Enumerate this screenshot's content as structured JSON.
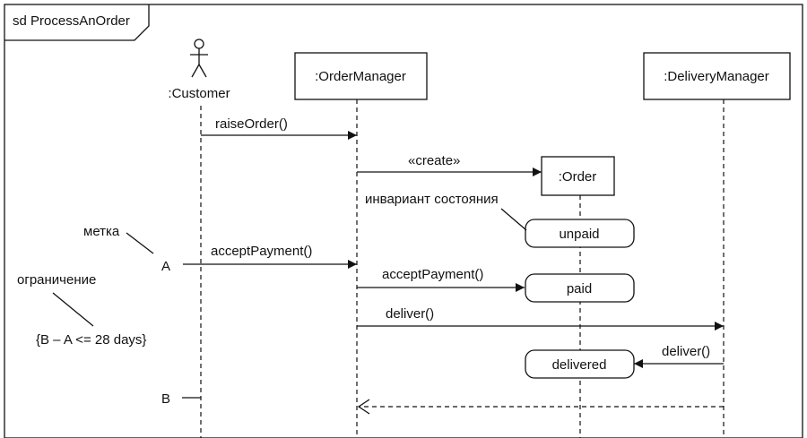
{
  "frame": {
    "title": "sd ProcessAnOrder"
  },
  "participants": {
    "customer": ":Customer",
    "order_manager": ":OrderManager",
    "delivery_manager": ":DeliveryManager",
    "order": ":Order"
  },
  "messages": {
    "raise_order": "raiseOrder()",
    "create": "«create»",
    "accept_payment_1": "acceptPayment()",
    "accept_payment_2": "acceptPayment()",
    "deliver_1": "deliver()",
    "deliver_2": "deliver()"
  },
  "states": {
    "unpaid": "unpaid",
    "paid": "paid",
    "delivered": "delivered"
  },
  "annotations": {
    "state_invariant": "инвариант состояния",
    "label_note": "метка",
    "constraint_note": "ограничение",
    "constraint": "{B – A <= 28 days}",
    "mark_a": "A",
    "mark_b": "B"
  }
}
